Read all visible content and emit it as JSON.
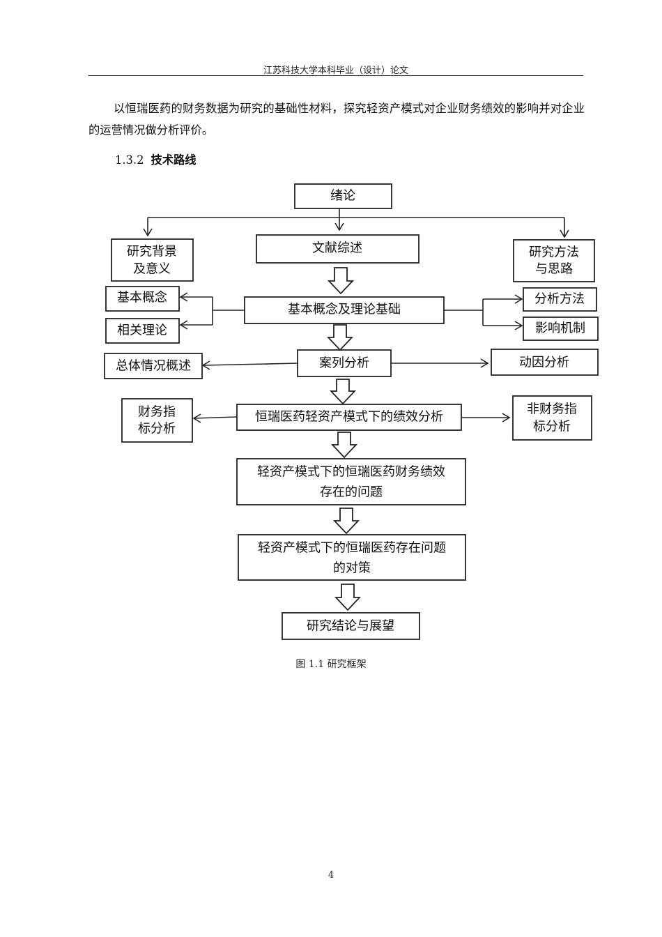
{
  "header": {
    "title": "江苏科技大学本科毕业（设计）论文"
  },
  "body": {
    "paragraph": "以恒瑞医药的财务数据为研究的基础性材料，探究轻资产模式对企业财务绩效的影响并对企业的运营情况做分析评价。",
    "section_number": "1.3.2",
    "section_title": "技术路线"
  },
  "diagram": {
    "nodes": {
      "intro": "绪论",
      "background": [
        "研究背景",
        "及意义"
      ],
      "literature": "文献综述",
      "methods_thinking": [
        "研究方法",
        "与思路"
      ],
      "basic_concepts": "基本概念",
      "related_theory": "相关理论",
      "concepts_theory": "基本概念及理论基础",
      "analysis_method": "分析方法",
      "mechanism": "影响机制",
      "overview": "总体情况概述",
      "case_analysis": "案列分析",
      "motive_analysis": "动因分析",
      "financial_analysis": [
        "财务指",
        "标分析"
      ],
      "performance_analysis": "恒瑞医药轻资产模式下的绩效分析",
      "nonfinancial_analysis": [
        "非财务指",
        "标分析"
      ],
      "problems": [
        "轻资产模式下的恒瑞医药财务绩效",
        "存在的问题"
      ],
      "countermeasures": [
        "轻资产模式下的恒瑞医药存在问题",
        "的对策"
      ],
      "conclusion": "研究结论与展望"
    }
  },
  "caption": "图 1.1  研究框架",
  "page_number": "4"
}
